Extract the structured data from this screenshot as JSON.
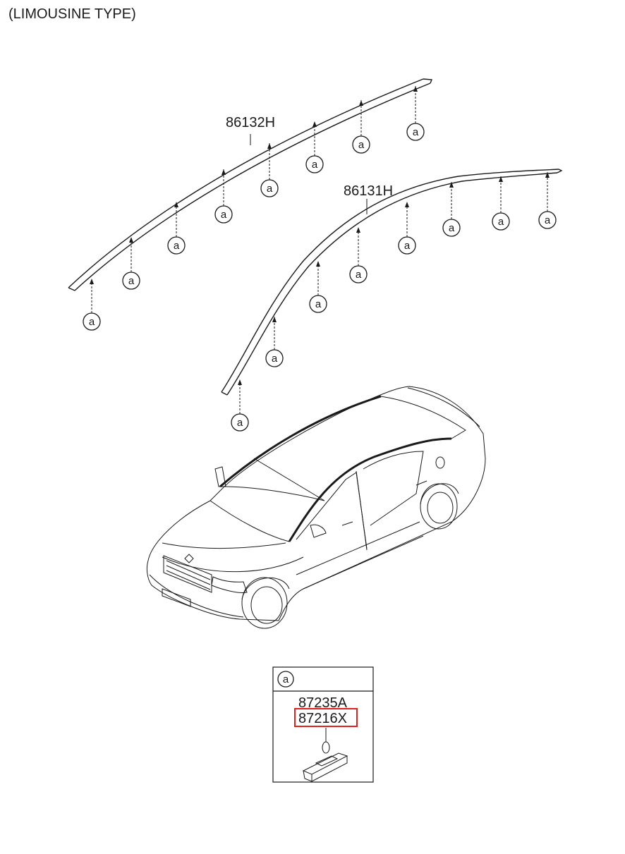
{
  "title": "(LIMOUSINE TYPE)",
  "parts": {
    "left_molding": "86132H",
    "right_molding": "86131H"
  },
  "clip_marker": "a",
  "legend": {
    "marker": "a",
    "part_a": "87235A",
    "part_b": "87216X",
    "highlight_color": "#e0201c"
  }
}
